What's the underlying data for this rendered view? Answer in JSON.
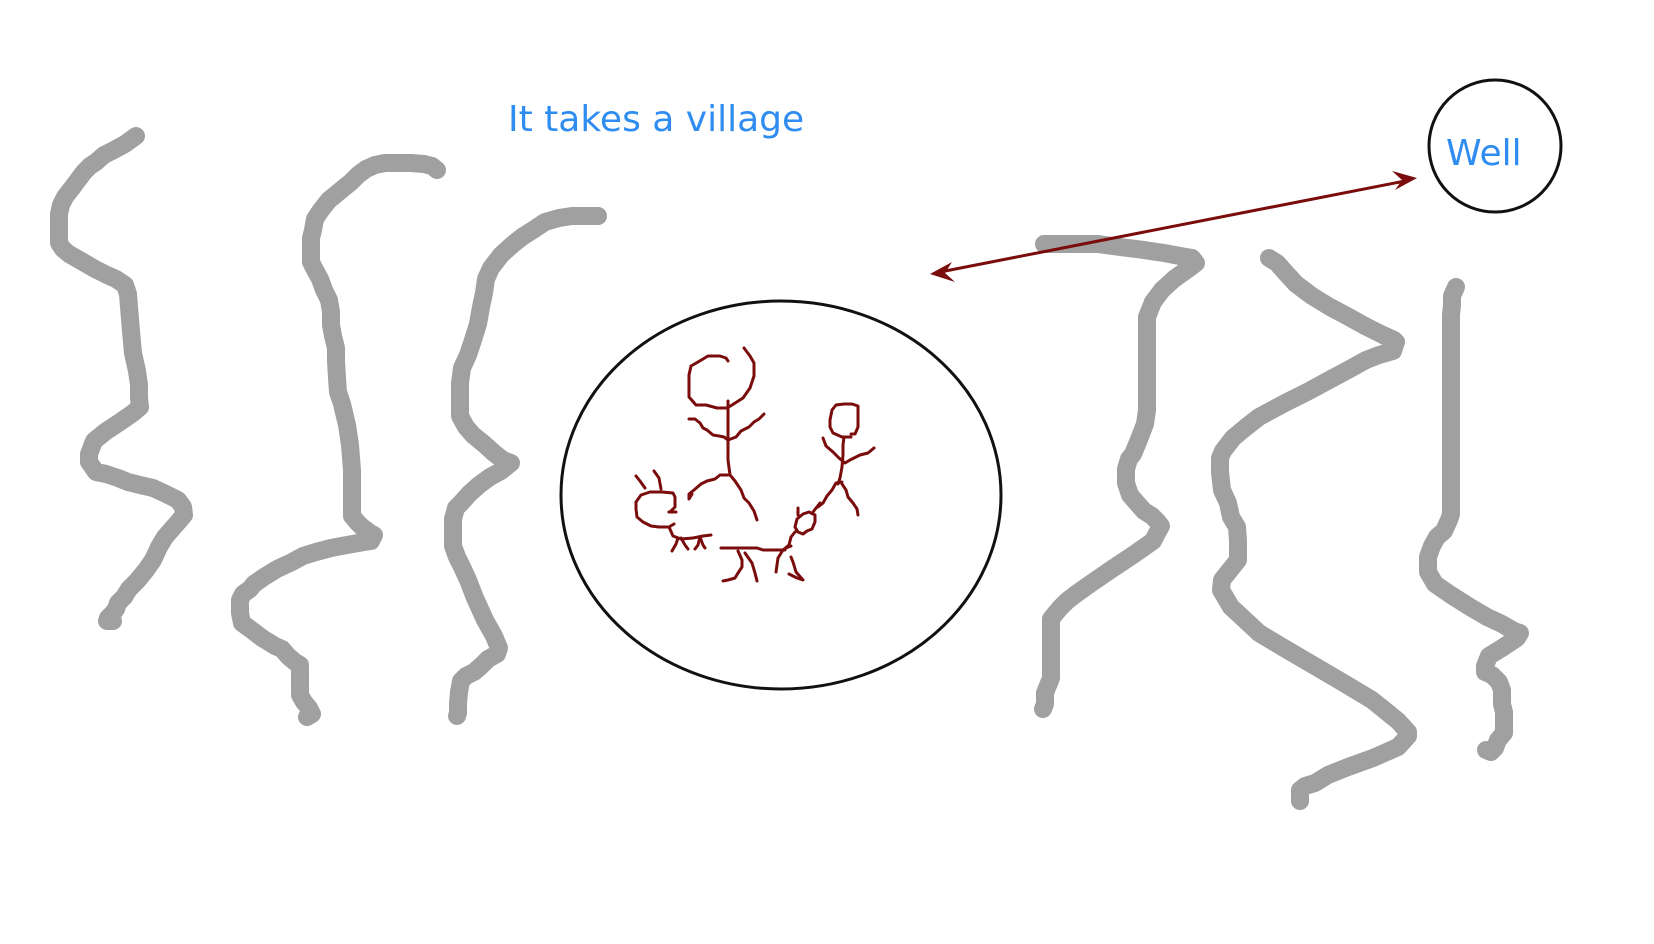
{
  "title": "It takes a village",
  "well_label": "Well",
  "colors": {
    "text": "#2f8cf0",
    "path": "#a0a0a0",
    "outline": "#111111",
    "doodle": "#7a0c0c",
    "arrow": "#7a0c0c"
  },
  "icons": {
    "village": "ellipse-outline",
    "well": "circle-outline",
    "connection": "double-headed-arrow",
    "people": "stick-figures"
  }
}
